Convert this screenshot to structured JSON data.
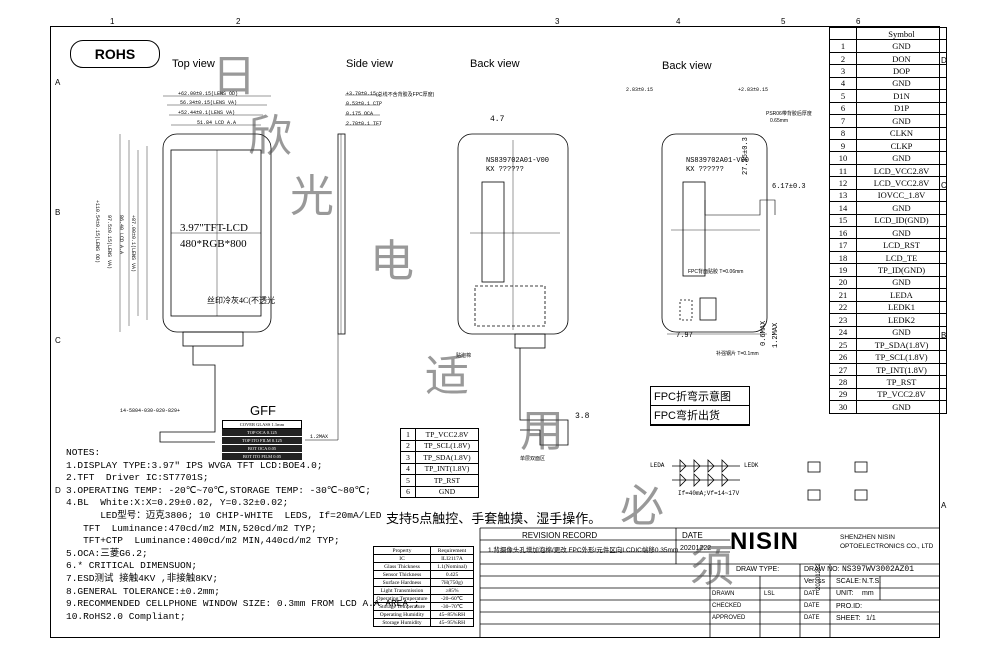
{
  "title_block": {
    "rohs": "ROHS",
    "views": {
      "top": "Top view",
      "side": "Side view",
      "back": "Back view",
      "back2": "Back view"
    },
    "company_logo": "NISIN",
    "company_line1": "SHENZHEN NISIN",
    "company_line2": "OPTOELECTRONICS CO., LTD",
    "draw_type_label": "DRAW TYPE:",
    "draw_no_label": "DRAW NO:",
    "draw_no": "NS397WV3002AZ01",
    "ver_label": "Ver:",
    "ver": "ss",
    "scale_label": "SCALE:",
    "scale": "N.T.S.",
    "unit_label": "UNIT:",
    "unit": "mm",
    "proj_label": "PRO.ID:",
    "sheet_label": "SHEET:",
    "sheet": "1/1",
    "drawn_label": "DRAWN",
    "drawn_by": "LSL",
    "checked_label": "CHECKED",
    "approved_label": "APPROVED",
    "date_label": "DATE",
    "drawn_date": "20201222"
  },
  "revision": {
    "header": "REVISION RECORD",
    "date_header": "DATE",
    "entry_text": "1.背摄像头孔增加泡棉/更改 FPC外形/元件区向LCDIC端移0.35mm",
    "entry_date": "20201222"
  },
  "ruler": {
    "cols": [
      "1",
      "2",
      "3",
      "4",
      "5",
      "6"
    ],
    "rows": [
      "A",
      "B",
      "C",
      "D"
    ]
  },
  "symbols": [
    {
      "n": "1",
      "s": "GND"
    },
    {
      "n": "2",
      "s": "DON"
    },
    {
      "n": "3",
      "s": "DOP"
    },
    {
      "n": "4",
      "s": "GND"
    },
    {
      "n": "5",
      "s": "D1N"
    },
    {
      "n": "6",
      "s": "D1P"
    },
    {
      "n": "7",
      "s": "GND"
    },
    {
      "n": "8",
      "s": "CLKN"
    },
    {
      "n": "9",
      "s": "CLKP"
    },
    {
      "n": "10",
      "s": "GND"
    },
    {
      "n": "11",
      "s": "LCD_VCC2.8V"
    },
    {
      "n": "12",
      "s": "LCD_VCC2.8V"
    },
    {
      "n": "13",
      "s": "IOVCC_1.8V"
    },
    {
      "n": "14",
      "s": "GND"
    },
    {
      "n": "15",
      "s": "LCD_ID(GND)"
    },
    {
      "n": "16",
      "s": "GND"
    },
    {
      "n": "17",
      "s": "LCD_RST"
    },
    {
      "n": "18",
      "s": "LCD_TE"
    },
    {
      "n": "19",
      "s": "TP_ID(GND)"
    },
    {
      "n": "20",
      "s": "GND"
    },
    {
      "n": "21",
      "s": "LEDA"
    },
    {
      "n": "22",
      "s": "LEDK1"
    },
    {
      "n": "23",
      "s": "LEDK2"
    },
    {
      "n": "24",
      "s": "GND"
    },
    {
      "n": "25",
      "s": "TP_SDA(1.8V)"
    },
    {
      "n": "26",
      "s": "TP_SCL(1.8V)"
    },
    {
      "n": "27",
      "s": "TP_INT(1.8V)"
    },
    {
      "n": "28",
      "s": "TP_RST"
    },
    {
      "n": "29",
      "s": "TP_VCC2.8V"
    },
    {
      "n": "30",
      "s": "GND"
    }
  ],
  "symbol_header": "Symbol",
  "tp_connector": [
    {
      "n": "1",
      "s": "TP_VCC2.8V"
    },
    {
      "n": "2",
      "s": "TP_SCL(1.8V)"
    },
    {
      "n": "3",
      "s": "TP_SDA(1.8V)"
    },
    {
      "n": "4",
      "s": "TP_INT(1.8V)"
    },
    {
      "n": "5",
      "s": "TP_RST"
    },
    {
      "n": "6",
      "s": "GND"
    }
  ],
  "gff": {
    "title": "GFF",
    "layers": [
      "COVER GLASS 1.1mm",
      "TOP OCA 0.125",
      "TOP ITO FILM 0.125",
      "BOT OCA 0.05",
      "BOT ITO FILM 0.05"
    ]
  },
  "properties": {
    "header": [
      "Property",
      "Requirement"
    ],
    "rows": [
      [
        "IC",
        "ILI2117A"
      ],
      [
        "Glass Thickness",
        "1.1(Nominal)"
      ],
      [
        "Sensor Thickness",
        "0.425"
      ],
      [
        "Surface Hardness",
        "7H(750g)"
      ],
      [
        "Light Transmission",
        "≥85%"
      ],
      [
        "Operating Temperature",
        "-20~60℃"
      ],
      [
        "Storage Temperature",
        "-30~70℃"
      ],
      [
        "Operating Humidity",
        "45~85%RH"
      ],
      [
        "Storage Humidity",
        "45~95%RH"
      ]
    ]
  },
  "fpc": {
    "bend_note": "FPC折弯示意图",
    "ship_note": "FPC弯折出货"
  },
  "feature_note": "支持5点触控、手套触摸、湿手操作。",
  "notes": [
    "NOTES:",
    "1.DISPLAY TYPE:3.97\" IPS WVGA TFT LCD:BOE4.0;",
    "2.TFT  Driver IC:ST7701S;",
    "3.OPERATING TEMP: -20℃~70℃,STORAGE TEMP: -30℃~80℃;",
    "4.BL  White:X:X=0.29±0.02, Y=0.32±0.02;",
    "      LED型号：迈克3806; 10 CHIP-WHITE  LEDS, If=20mA/LED",
    "   TFT  Luminance:470cd/m2 MIN,520cd/m2 TYP;",
    "   TFT+CTP  Luminance:400cd/m2 MIN,440cd/m2 TYP;",
    "5.OCA:三菱G6.2;",
    "6.* CRITICAL DIMENSUON;",
    "7.ESD测试 接触4KV ,非接触8KV;",
    "8.GENERAL TOLERANCE:±0.2mm;",
    "9.RECOMMENDED CELLPHONE WINDOW SIZE: 0.3mm FROM LCD A.A AREA ;",
    "10.RoHS2.0 Compliant;"
  ],
  "drawing": {
    "lcd_label": "3.97\"TFT-LCD",
    "res_label": "480*RGB*800",
    "silk_note": "丝印冷灰4C(不透光",
    "fpc_code_back1": "NS839702A01-V00",
    "fpc_code_back1b": "KX ??????",
    "fpc_code_back2": "NS839702A01-V00",
    "fpc_code_back2b": "KX ??????",
    "dim_top1": "+62.00±0.15(LENS OD)",
    "dim_top2": "56.34±0.15(LENS VA)",
    "dim_top3": "+52.44±0.1(LENS VA)",
    "dim_top4": "51.84 LCD A.A",
    "dim_side1": "+3.70±0.15",
    "dim_side1_note": "(总线不含背胶及FPC厚度)",
    "dim_side2": "0.53±0.1 CTP",
    "dim_side3": "0.175 OCA",
    "dim_side4": "2.70±0.1 TFT",
    "dim_back1": "4.7",
    "dim_back2": "27.35±0.3",
    "dim_back3": "6.17±0.3",
    "dim_back4": "7.97",
    "dim_back5": "2.83±0.15",
    "dim_back6": "+2.83±0.15",
    "dim_back7": "1.2MAX",
    "dim_back8": "0.6MAX",
    "dim_back9": "3.8",
    "dim_side5": "1.2MAX",
    "dim_left1": "+110.54±0.15(LENS OD)",
    "dim_left2": "97.5±0.15(LENS VA)",
    "dim_left3": "86.40 LCD A.A",
    "dim_left4": "+87.00±0.1(LENS VA)",
    "connector_pn": "14-5804-030-020-829+",
    "led_label_a": "LEDA",
    "led_label_k": "LEDK",
    "led_cond": "If=40mA;Vf=14~17V",
    "back_note1": "PSR06带背胶后厚度",
    "back_note2": "0.65mm",
    "bend_note": "FPC背面贴胶 T=0.06mm",
    "stiff_note": "补强钢片 T=0.1mm",
    "mark_note": "单层双面区",
    "mark_note2": "贴泡棉"
  },
  "watermark": [
    "日",
    "欣",
    "光",
    "电",
    "适",
    "用",
    "必",
    "须"
  ]
}
